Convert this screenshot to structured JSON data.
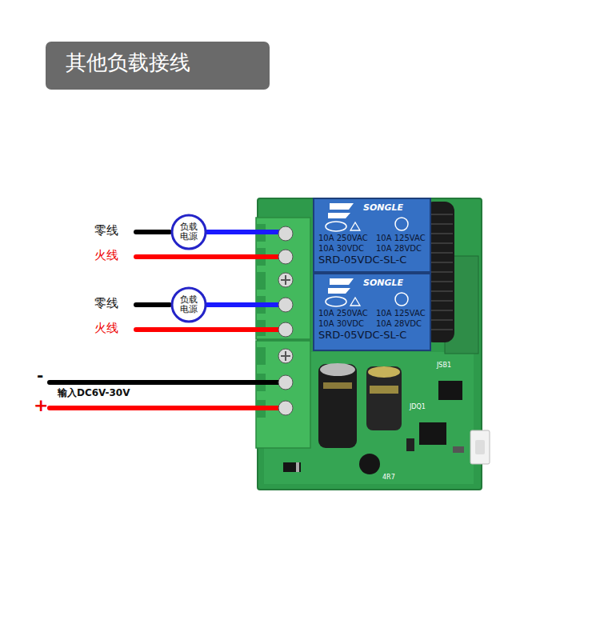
{
  "diagram": {
    "title": "其他负载接线",
    "nodes": [
      {
        "text": [
          "负载 电源"
        ]
      },
      {
        "text": [
          "负载 电源"
        ]
      },
      {
        "text": [
          "SONGLE",
          "10A 250VAC",
          "10A 125VAC",
          "10A 30VDC",
          "10A 28VDC",
          "SRD-05VDC-SL-C"
        ]
      },
      {
        "text": [
          "SONGLE",
          "10A 250VAC",
          "10A 125VAC",
          "10A 30VDC",
          "10A 28VDC",
          "SRD-05VDC-SL-C"
        ]
      }
    ],
    "labels": [
      "零线",
      "火线",
      "零线",
      "火线",
      "-",
      "输入DC6V-30V",
      "+",
      "JSB1",
      "JDQ1",
      "4R7"
    ]
  }
}
